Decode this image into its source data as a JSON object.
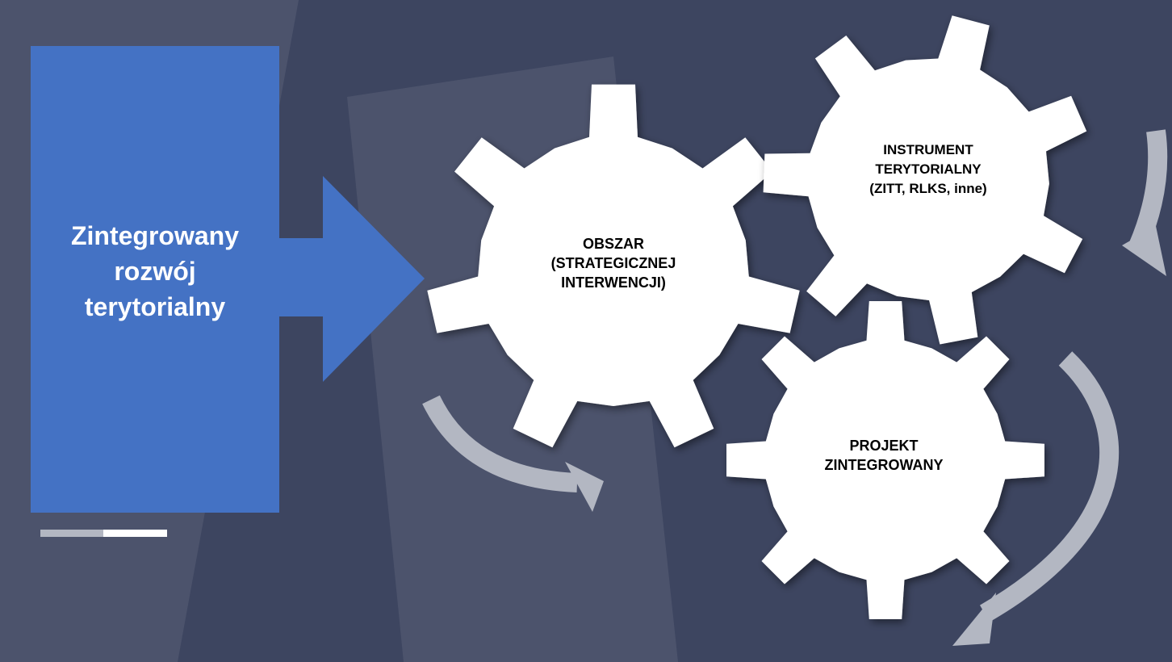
{
  "main": {
    "title_lines": [
      "Zintegrowany",
      "rozwój",
      "terytorialny"
    ]
  },
  "gears": {
    "obszar": {
      "lines": [
        "OBSZAR",
        "(STRATEGICZNEJ",
        "INTERWENCJI)"
      ]
    },
    "instrument": {
      "lines": [
        "INSTRUMENT",
        "TERYTORIALNY",
        "(ZITT, RLKS, inne)"
      ]
    },
    "projekt": {
      "lines": [
        "PROJEKT",
        "ZINTEGROWANY"
      ]
    }
  },
  "colors": {
    "background": "#3d4560",
    "main_box": "#4472c4",
    "gear": "#ffffff",
    "arrow": "#b3b7c2"
  }
}
